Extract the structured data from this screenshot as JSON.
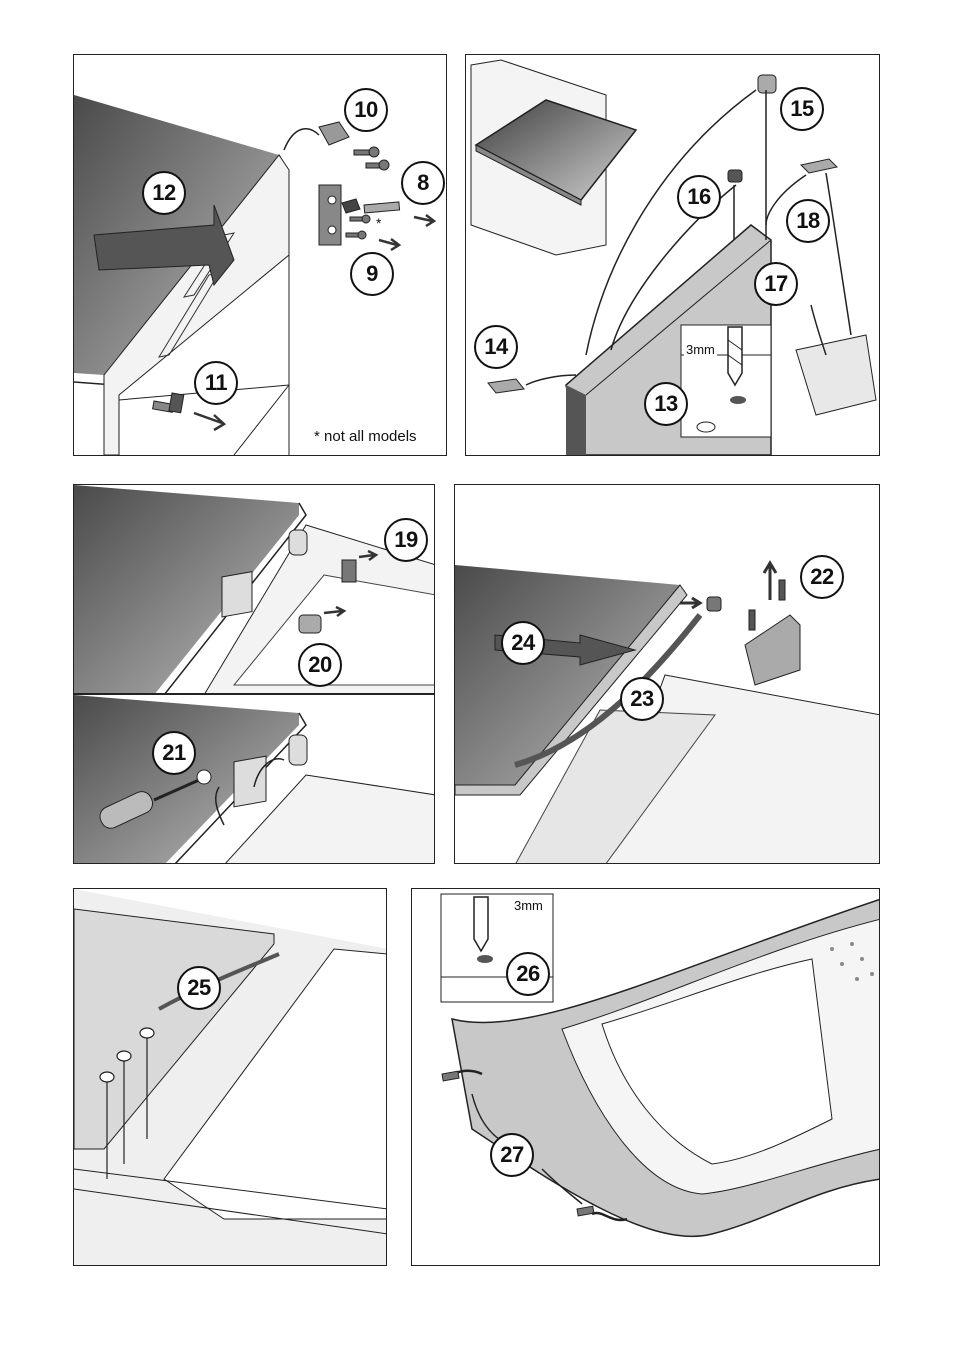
{
  "panels": {
    "p1": {
      "steps": [
        "12",
        "10",
        "8",
        "9",
        "11"
      ],
      "asterisk": "*",
      "footnote": "* not all models"
    },
    "p2": {
      "steps": [
        "15",
        "16",
        "18",
        "17",
        "14",
        "13"
      ],
      "drill_size": "3mm"
    },
    "p3": {
      "steps": [
        "19",
        "20"
      ]
    },
    "p4": {
      "steps": [
        "21"
      ]
    },
    "p5": {
      "steps": [
        "22",
        "24",
        "23"
      ]
    },
    "p6": {
      "steps": [
        "25"
      ]
    },
    "p7": {
      "steps": [
        "26",
        "27"
      ],
      "drill_size": "3mm"
    }
  },
  "colors": {
    "ink": "#111111",
    "door_dark": "#555555",
    "door_light": "#c8c8c8",
    "shade": "#e6e6e6"
  }
}
